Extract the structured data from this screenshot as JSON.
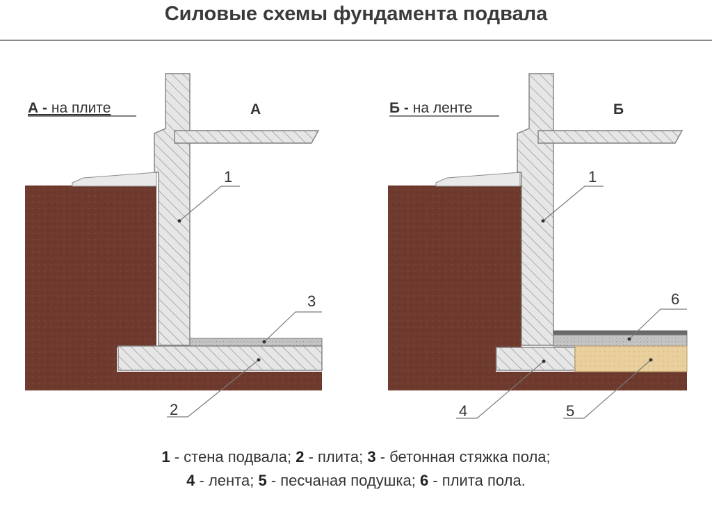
{
  "title": "Силовые схемы фундамента подвала",
  "colors": {
    "soil": "#6e3a2e",
    "concrete": "#e6e6e6",
    "hatch": "#8c8c8c",
    "outline": "#808080",
    "sand": "#e8cf9c",
    "screed": "#bdbdbd",
    "leader": "#7a7a7a"
  },
  "panels": [
    {
      "caption_num": "А",
      "caption_text": "на плите",
      "heading": "А",
      "callouts": {
        "wall": "1",
        "slab": "2",
        "screed": "3"
      }
    },
    {
      "caption_num": "Б",
      "caption_text": "на ленте",
      "heading": "Б",
      "callouts": {
        "wall": "1",
        "strip": "4",
        "sand": "5",
        "floor_slab": "6"
      }
    }
  ],
  "legend": {
    "line1": [
      {
        "num": "1",
        "text": " - стена подвала; "
      },
      {
        "num": "2",
        "text": " - плита; "
      },
      {
        "num": "3",
        "text": " - бетонная стяжка пола;"
      }
    ],
    "line2": [
      {
        "num": "4",
        "text": " - лента; "
      },
      {
        "num": "5",
        "text": " - песчаная подушка; "
      },
      {
        "num": "6",
        "text": " - плита пола."
      }
    ]
  }
}
